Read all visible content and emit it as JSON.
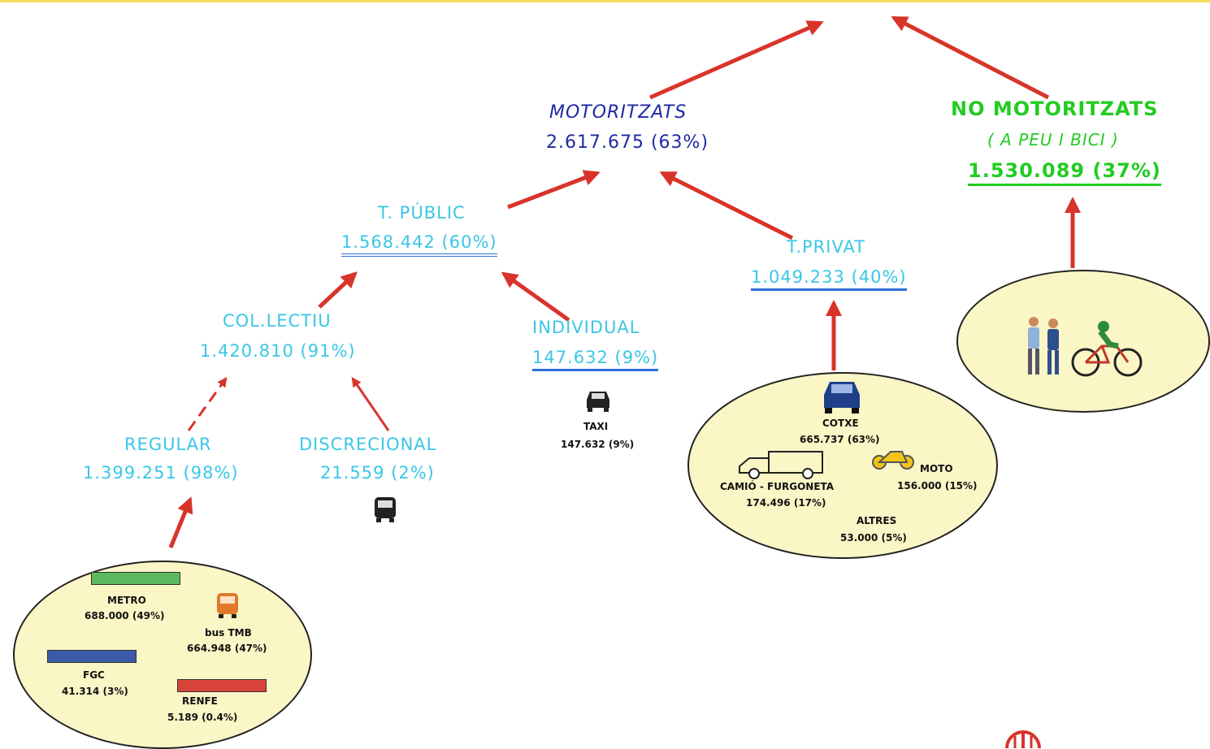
{
  "colors": {
    "arrow": "#d8342a",
    "navy": "#1f2aa5",
    "cyan": "#39c7e6",
    "green": "#22cc22",
    "ellipse_fill": "#fbf6c6"
  },
  "motoritzats": {
    "title": "MOTORITZATS",
    "value": "2.617.675 (63%)"
  },
  "no_motoritzats": {
    "title": "NO MOTORITZATS",
    "sub": "( A PEU I BICI )",
    "value": "1.530.089 (37%)"
  },
  "t_public": {
    "title": "T. PÚBLIC",
    "value": "1.568.442 (60%)"
  },
  "t_privat": {
    "title": "T.PRIVAT",
    "value": "1.049.233 (40%)"
  },
  "collectiu": {
    "title": "COL.LECTIU",
    "value": "1.420.810 (91%)"
  },
  "individual": {
    "title": "INDIVIDUAL",
    "value": "147.632 (9%)"
  },
  "regular": {
    "title": "REGULAR",
    "value": "1.399.251 (98%)"
  },
  "discrecional": {
    "title": "DISCRECIONAL",
    "value": "21.559 (2%)"
  },
  "taxi": {
    "label": "TAXI",
    "value": "147.632 (9%)",
    "icon": "taxi-icon"
  },
  "public_modes": {
    "metro": {
      "label": "METRO",
      "value": "688.000 (49%)",
      "color": "#5cb85c"
    },
    "bus": {
      "label": "bus TMB",
      "value": "664.948 (47%)",
      "color": "#e07a2a"
    },
    "fgc": {
      "label": "FGC",
      "value": "41.314 (3%)",
      "color": "#3c5aa8"
    },
    "renfe": {
      "label": "RENFE",
      "value": "5.189 (0.4%)",
      "color": "#d8443a"
    }
  },
  "private_modes": {
    "cotxe": {
      "label": "COTXE",
      "value": "665.737 (63%)",
      "color": "#1f3f8a"
    },
    "camio": {
      "label": "CAMIÓ - FURGONETA",
      "value": "174.496 (17%)"
    },
    "moto": {
      "label": "MOTO",
      "value": "156.000 (15%)",
      "color": "#f0c419"
    },
    "altres": {
      "label": "ALTRES",
      "value": "53.000 (5%)"
    }
  },
  "icons": [
    "pedestrians-icon",
    "cyclist-icon",
    "bus-icon",
    "car-icon",
    "van-icon",
    "motorbike-icon",
    "logo-icon"
  ]
}
